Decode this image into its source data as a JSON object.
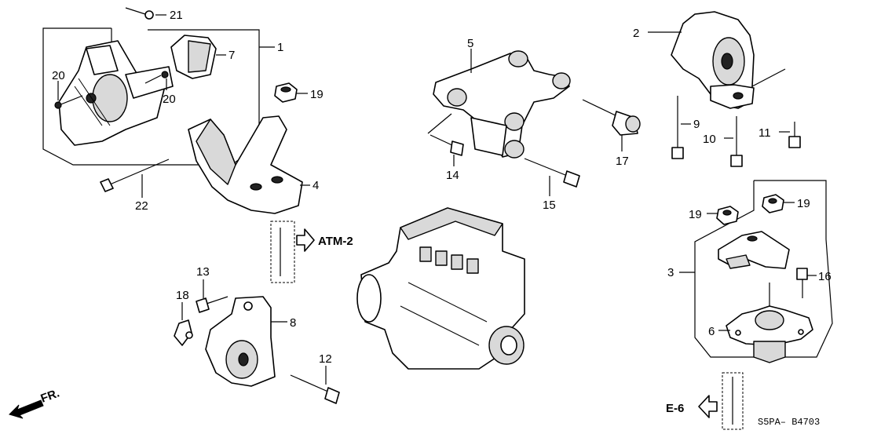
{
  "diagram": {
    "title_code": "S5PA– B4703",
    "direction_label": "FR.",
    "references": {
      "atm": "ATM-2",
      "e6": "E-6"
    },
    "callouts": {
      "c1": "1",
      "c2": "2",
      "c3": "3",
      "c4": "4",
      "c5": "5",
      "c6": "6",
      "c7": "7",
      "c8": "8",
      "c9": "9",
      "c10": "10",
      "c11": "11",
      "c12": "12",
      "c13": "13",
      "c14": "14",
      "c15": "15",
      "c16": "16",
      "c17": "17",
      "c18": "18",
      "c19a": "19",
      "c19b": "19",
      "c19c": "19",
      "c20a": "20",
      "c20b": "20",
      "c21": "21",
      "c22": "22"
    }
  }
}
